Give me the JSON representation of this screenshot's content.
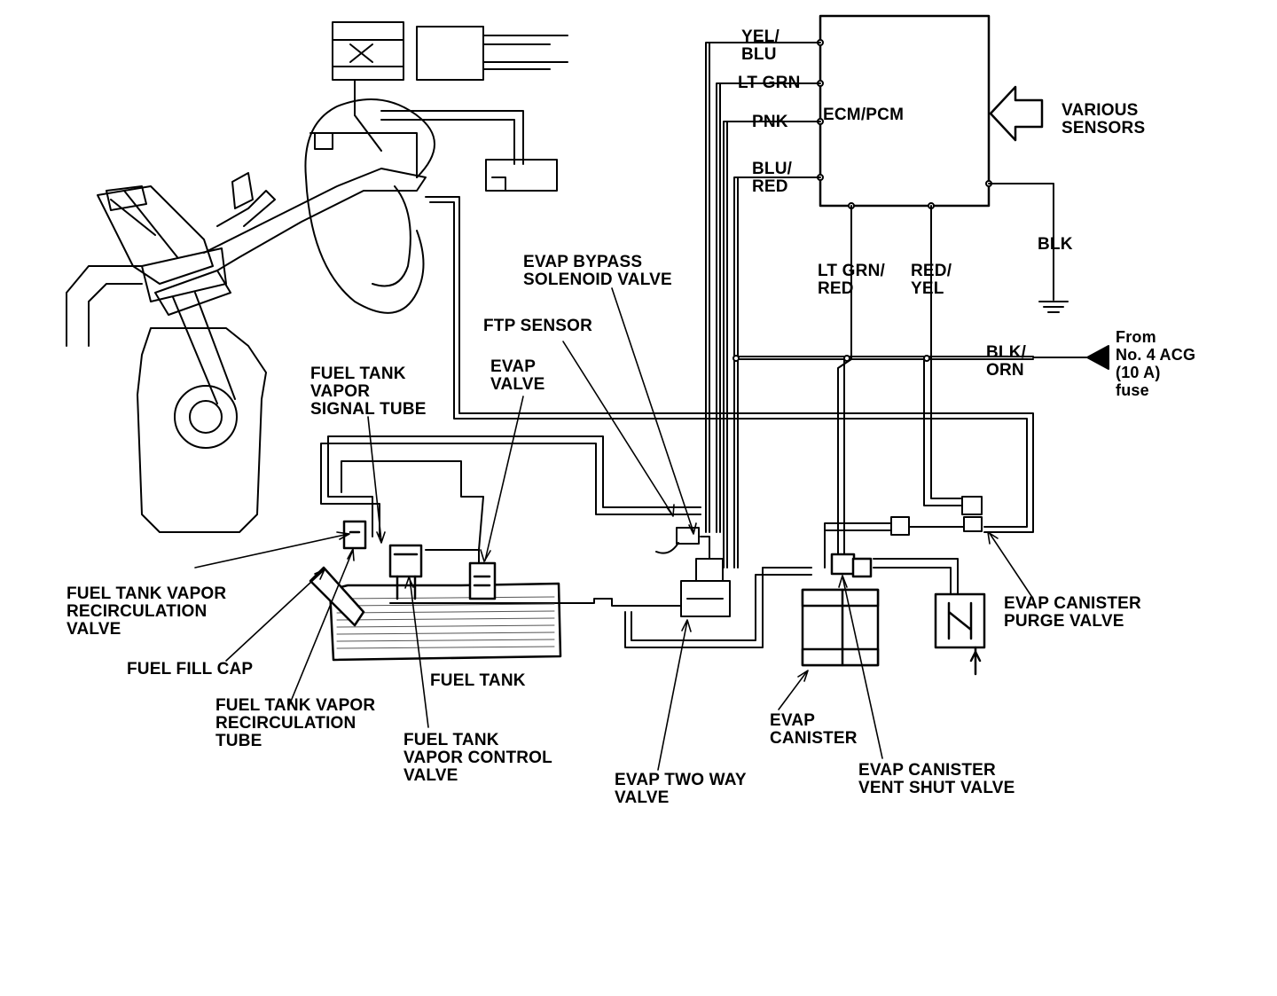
{
  "colors": {
    "ink": "#000000",
    "paper": "#ffffff"
  },
  "ecm": {
    "title": "ECM/PCM"
  },
  "inputs": {
    "various_sensors": "VARIOUS\nSENSORS"
  },
  "wires": {
    "yel_blu": "YEL/\nBLU",
    "lt_grn": "LT GRN",
    "pnk": "PNK",
    "blu_red": "BLU/\nRED",
    "blk": "BLK",
    "lt_grn_red": "LT GRN/\nRED",
    "red_yel": "RED/\nYEL",
    "blk_orn": "BLK/\nORN"
  },
  "power": {
    "source": "From\nNo. 4 ACG\n(10 A)\nfuse"
  },
  "components": {
    "evap_bypass": "EVAP BYPASS\nSOLENOID VALVE",
    "ftp_sensor": "FTP SENSOR",
    "fuel_tank_vapor_signal_tube": "FUEL TANK\nVAPOR\nSIGNAL TUBE",
    "evap_valve": "EVAP\nVALVE",
    "fuel_tank_vapor_recirc_valve": "FUEL TANK VAPOR\nRECIRCULATION\nVALVE",
    "fuel_fill_cap": "FUEL FILL CAP",
    "fuel_tank": "FUEL TANK",
    "fuel_tank_vapor_recirc_tube": "FUEL TANK VAPOR\nRECIRCULATION\nTUBE",
    "fuel_tank_vapor_control_valve": "FUEL TANK\nVAPOR CONTROL\nVALVE",
    "evap_two_way_valve": "EVAP TWO WAY\nVALVE",
    "evap_canister": "EVAP\nCANISTER",
    "evap_canister_vent_shut_valve": "EVAP CANISTER\nVENT SHUT VALVE",
    "evap_canister_purge_valve": "EVAP CANISTER\nPURGE VALVE"
  }
}
